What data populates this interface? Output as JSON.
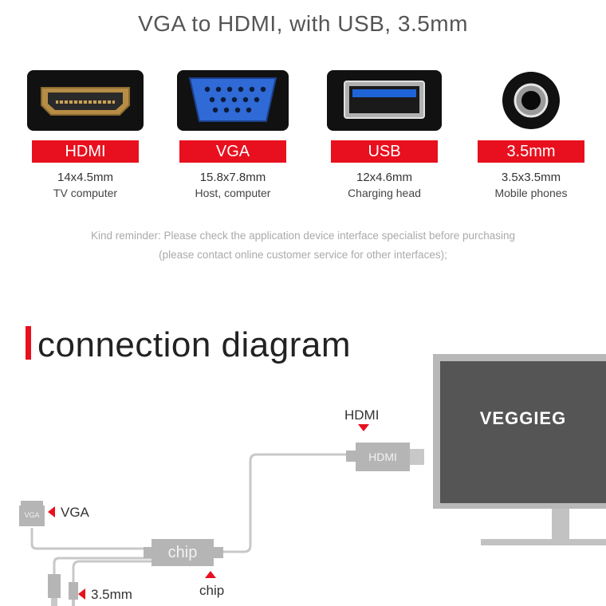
{
  "title": "VGA to HDMI, with USB, 3.5mm",
  "ports": [
    {
      "name": "HDMI",
      "size": "14x4.5mm",
      "use": "TV computer"
    },
    {
      "name": "VGA",
      "size": "15.8x7.8mm",
      "use": "Host, computer"
    },
    {
      "name": "USB",
      "size": "12x4.6mm",
      "use": "Charging head"
    },
    {
      "name": "3.5mm",
      "size": "3.5x3.5mm",
      "use": "Mobile phones"
    }
  ],
  "reminder": {
    "line1": "Kind reminder: Please check the application device interface specialist before purchasing",
    "line2": "(please contact online customer service for other interfaces);"
  },
  "section_heading": "connection diagram",
  "diagram": {
    "monitor_brand": "VEGGIEG",
    "hdmi_label": "HDMI",
    "hdmi_plug_text": "HDMI",
    "vga_label": "VGA",
    "vga_plug_text": "VGA",
    "chip_text": "chip",
    "chip_label": "chip",
    "audio_label": "3.5mm"
  },
  "colors": {
    "accent": "#e8101e",
    "cable": "#c8c8c8",
    "monitor_frame": "#b5b5b5",
    "screen": "#555555"
  }
}
